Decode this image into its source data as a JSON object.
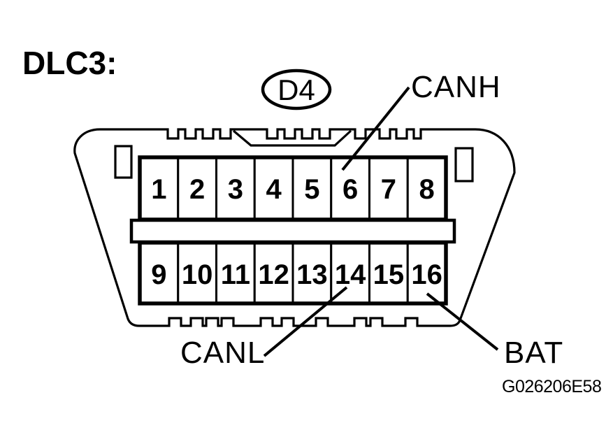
{
  "page": {
    "title": "DLC3:",
    "figure_code": "G026206E58"
  },
  "connector": {
    "id_label": "D4",
    "callouts": {
      "canh": "CANH",
      "canl": "CANL",
      "bat": "BAT"
    },
    "pins": {
      "top": [
        "1",
        "2",
        "3",
        "4",
        "5",
        "6",
        "7",
        "8"
      ],
      "bottom": [
        "9",
        "10",
        "11",
        "12",
        "13",
        "14",
        "15",
        "16"
      ]
    }
  },
  "colors": {
    "line": "#000000",
    "background": "#ffffff"
  }
}
